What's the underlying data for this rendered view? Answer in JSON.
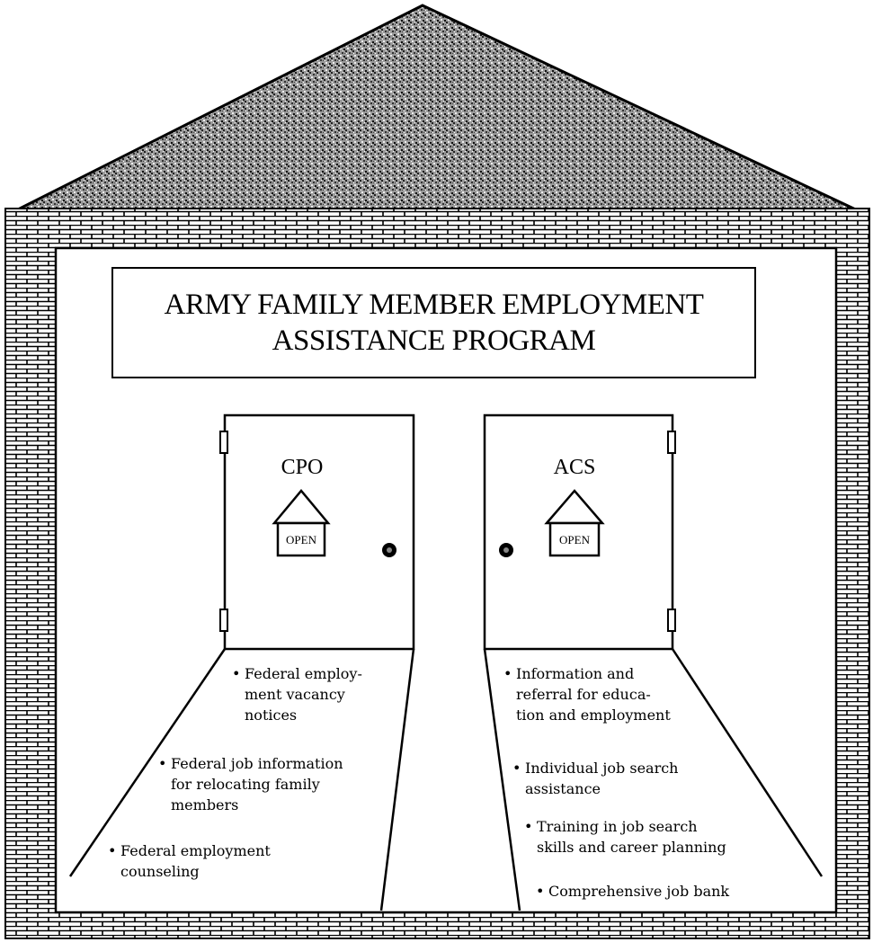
{
  "title": {
    "line1": "ARMY FAMILY MEMBER EMPLOYMENT",
    "line2": "ASSISTANCE PROGRAM"
  },
  "left_door": {
    "label": "CPO",
    "sign": "OPEN",
    "items": [
      "Federal employ-\nment vacancy\nnotices",
      "Federal job information\nfor relocating family\nmembers",
      "Federal employment\ncounseling"
    ]
  },
  "right_door": {
    "label": "ACS",
    "sign": "OPEN",
    "items": [
      "Information and\nreferral for educa-\ntion and employment",
      "Individual job search\nassistance",
      "Training in job search\nskills and career planning",
      "Comprehensive job bank"
    ]
  },
  "colors": {
    "ink": "#000000",
    "roof": "#8a8a8a",
    "wall": "#ffffff"
  }
}
